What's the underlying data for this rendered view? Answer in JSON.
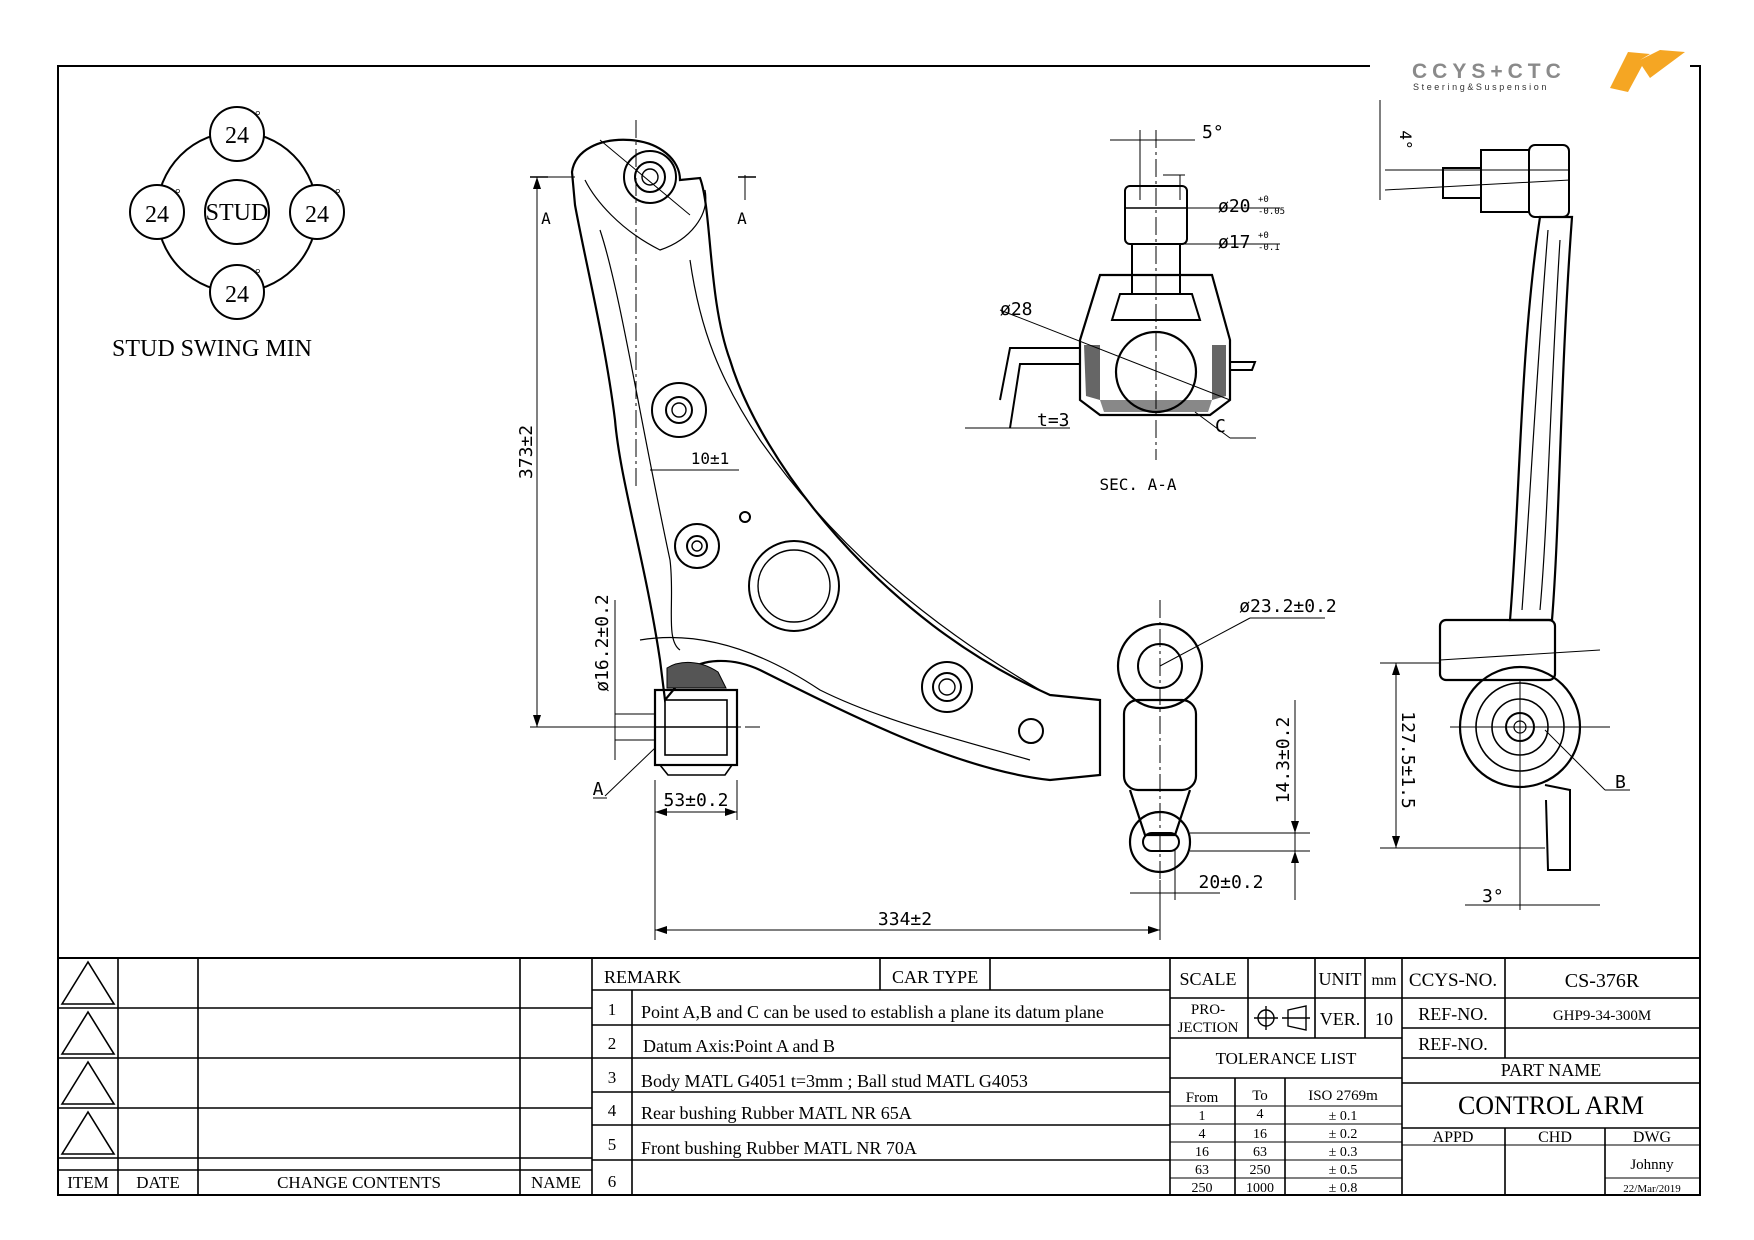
{
  "logo": {
    "brand": "CCYS+CTC",
    "tagline": "Steering&Suspension",
    "accent_color": "#f5a623"
  },
  "stud_swing": {
    "center_label": "STUD",
    "top_value": "24",
    "left_value": "24",
    "right_value": "24",
    "bottom_value": "24",
    "degree_mark": "°",
    "caption": "STUD SWING MIN"
  },
  "main_view": {
    "section_mark": "A",
    "dim_height": "373±2",
    "dim_offset": "10±1",
    "dim_bushing_dia": "ø16.2±0.2",
    "dim_bushing_len": "53±0.2",
    "dim_total_len": "334±2",
    "dim_ball_dia": "ø23.2±0.2",
    "dim_vertical": "14.3±0.2",
    "dim_horizontal": "20±0.2",
    "point_a": "A"
  },
  "section_view": {
    "angle": "5°",
    "dia_20": "ø20",
    "dia_20_tol_upper": "+0",
    "dia_20_tol_lower": "-0.05",
    "dia_17": "ø17",
    "dia_17_tol_upper": "+0",
    "dia_17_tol_lower": "-0.1",
    "dia_28": "ø28",
    "thickness": "t=3",
    "point_c": "C",
    "title": "SEC. A-A"
  },
  "side_view": {
    "angle_top": "4°",
    "angle_bottom": "3°",
    "dim_height": "127.5±1.5",
    "point_b": "B"
  },
  "title_block": {
    "revision_headers": {
      "item": "ITEM",
      "date": "DATE",
      "change": "CHANGE CONTENTS",
      "name": "NAME"
    },
    "remark_label": "REMARK",
    "car_type_label": "CAR TYPE",
    "remarks": [
      {
        "no": "1",
        "text": "Point A,B and C can be used to establish a plane its datum plane"
      },
      {
        "no": "2",
        "text": "Datum Axis:Point A and B"
      },
      {
        "no": "3",
        "text": "Body MATL G4051  t=3mm ; Ball stud MATL G4053"
      },
      {
        "no": "4",
        "text": "Rear bushing Rubber MATL NR 65A"
      },
      {
        "no": "5",
        "text": "Front bushing Rubber MATL NR 70A"
      },
      {
        "no": "6",
        "text": ""
      }
    ],
    "scale_label": "SCALE",
    "unit_label": "UNIT",
    "unit_value": "mm",
    "projection_label_1": "PRO-",
    "projection_label_2": "JECTION",
    "ver_label": "VER.",
    "ver_value": "10",
    "tolerance_title": "TOLERANCE LIST",
    "tolerance_headers": {
      "from": "From",
      "to": "To",
      "iso": "ISO 2769m"
    },
    "tolerances": [
      {
        "from": "1",
        "to": "4",
        "tol": "± 0.1"
      },
      {
        "from": "4",
        "to": "16",
        "tol": "± 0.2"
      },
      {
        "from": "16",
        "to": "63",
        "tol": "± 0.3"
      },
      {
        "from": "63",
        "to": "250",
        "tol": "± 0.5"
      },
      {
        "from": "250",
        "to": "1000",
        "tol": "± 0.8"
      }
    ],
    "ccys_no_label": "CCYS-NO.",
    "ccys_no_value": "CS-376R",
    "ref_no_label": "REF-NO.",
    "ref_no_value": "GHP9-34-300M",
    "ref_no_label_2": "REF-NO.",
    "part_name_label": "PART NAME",
    "part_name_value": "CONTROL ARM",
    "appd_label": "APPD",
    "chd_label": "CHD",
    "dwg_label": "DWG",
    "drawn_by": "Johnny",
    "drawn_date": "22/Mar/2019"
  }
}
